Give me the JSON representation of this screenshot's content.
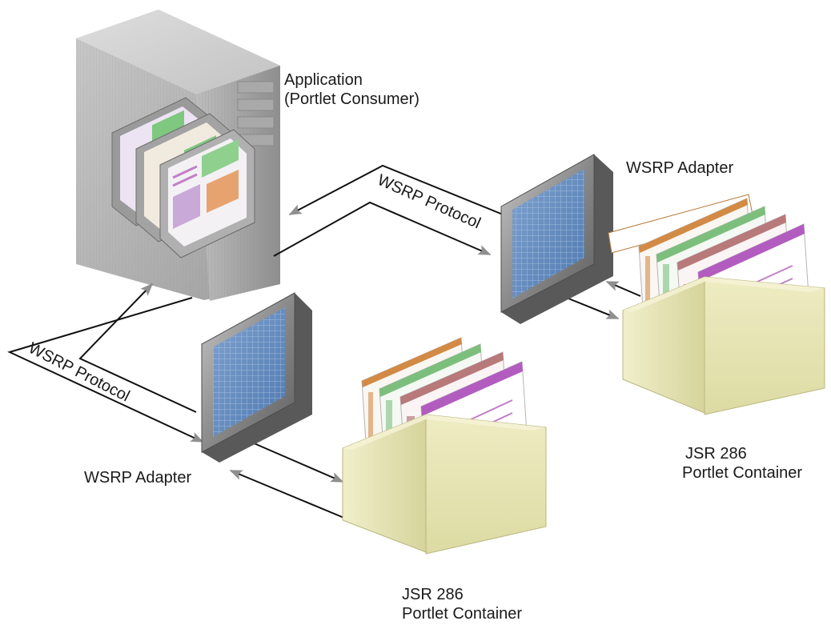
{
  "labels": {
    "application_line1": "Application",
    "application_line2": "(Portlet Consumer)",
    "wsrp_adapter_top": "WSRP Adapter",
    "wsrp_adapter_bottom": "WSRP Adapter",
    "wsrp_protocol_top": "WSRP Protocol",
    "wsrp_protocol_bottom": "WSRP Protocol",
    "jsr_right_line1": "JSR 286",
    "jsr_right_line2": "Portlet Container",
    "jsr_bottom_line1": "JSR 286",
    "jsr_bottom_line2": "Portlet Container"
  },
  "icons": [
    "server-tower-icon",
    "adapter-monitor-icon",
    "portlet-box-icon"
  ],
  "colors": {
    "line": "#111111",
    "arrowhead": "#8f8f8f",
    "server": "#b7b7b7",
    "screen": "#6f95c6",
    "box": "#e8e6b4",
    "portlet_orange": "#d28a45",
    "portlet_green": "#7cbf7c",
    "portlet_rose": "#b8797a",
    "portlet_purple": "#b25cc0"
  }
}
